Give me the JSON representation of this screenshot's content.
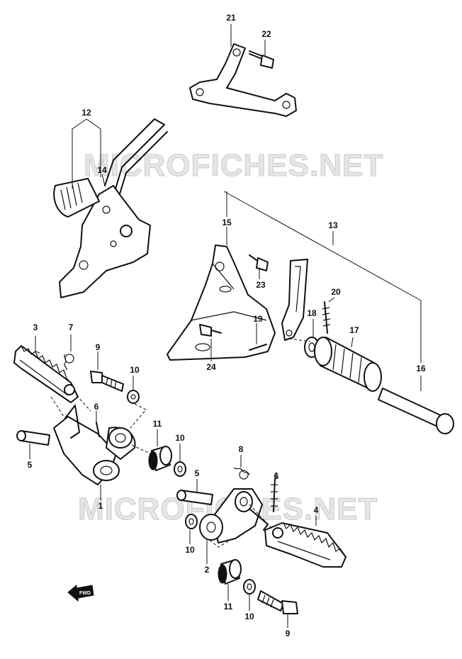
{
  "watermark": "MICROFICHES.NET",
  "direction_arrow": {
    "label": "FWD",
    "icon": "forward-arrow-icon"
  },
  "callouts": {
    "c1": "1",
    "c2": "2",
    "c3": "3",
    "c4": "4",
    "c5a": "5",
    "c5b": "5",
    "c6a": "6",
    "c6b": "6",
    "c7": "7",
    "c8": "8",
    "c9a": "9",
    "c9b": "9",
    "c10a": "10",
    "c10b": "10",
    "c10c": "10",
    "c10d": "10",
    "c11a": "11",
    "c11b": "11",
    "c12": "12",
    "c13": "13",
    "c14": "14",
    "c15": "15",
    "c16": "16",
    "c17": "17",
    "c18": "18",
    "c19": "19",
    "c20": "20",
    "c21": "21",
    "c22": "22",
    "c23": "23",
    "c24": "24"
  },
  "colors": {
    "ink": "#111111",
    "paper": "#ffffff",
    "watermark": "#e6e6e6"
  }
}
